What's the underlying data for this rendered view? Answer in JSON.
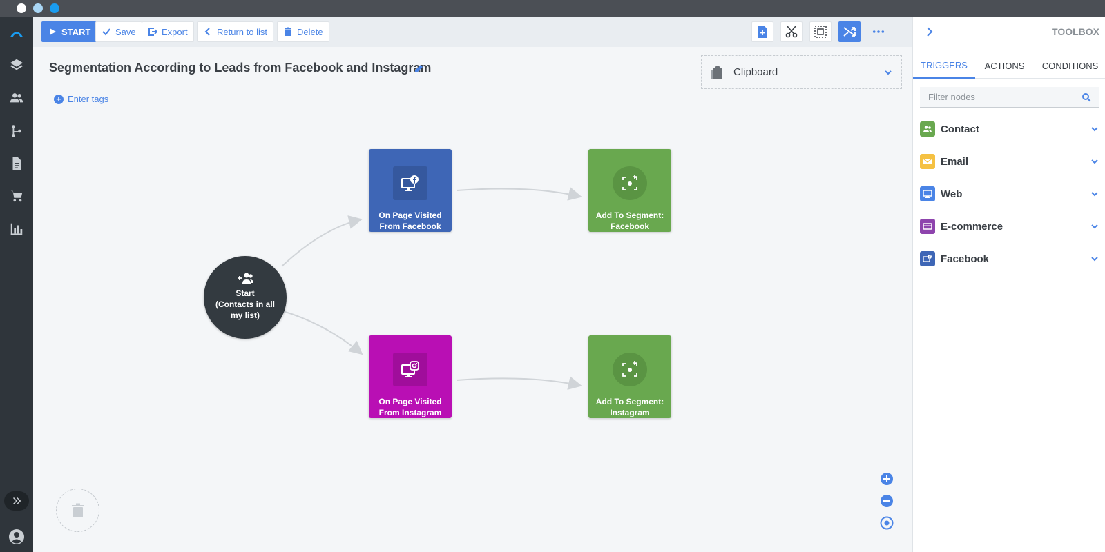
{
  "toolbar": {
    "start_label": "START",
    "save_label": "Save",
    "export_label": "Export",
    "return_label": "Return to list",
    "delete_label": "Delete"
  },
  "canvas": {
    "title": "Segmentation According to Leads from Facebook and Instagram",
    "tags_label": "Enter tags",
    "clipboard_label": "Clipboard"
  },
  "nodes": {
    "start": "Start\n(Contacts in all my list)",
    "fb_trigger": "On Page Visited From Facebook",
    "fb_segment": "Add To Segment: Facebook",
    "ig_trigger": "On Page Visited From Instagram",
    "ig_segment": "Add To Segment: Instagram"
  },
  "toolbox": {
    "title": "TOOLBOX",
    "tabs": [
      {
        "label": "TRIGGERS",
        "active": true
      },
      {
        "label": "ACTIONS",
        "active": false
      },
      {
        "label": "CONDITIONS",
        "active": false
      }
    ],
    "filter_placeholder": "Filter nodes",
    "categories": [
      {
        "label": "Contact",
        "icon": "contact-icon",
        "color": "#69a84f"
      },
      {
        "label": "Email",
        "icon": "email-icon",
        "color": "#f5c142"
      },
      {
        "label": "Web",
        "icon": "web-icon",
        "color": "#4a84e6"
      },
      {
        "label": "E-commerce",
        "icon": "ecommerce-icon",
        "color": "#8e44ad"
      },
      {
        "label": "Facebook",
        "icon": "facebook-icon",
        "color": "#3e66b6"
      }
    ]
  },
  "colors": {
    "accent": "#4a84e6",
    "facebook_node": "#3e66b6",
    "instagram_node": "#b90fb4",
    "segment_node": "#69a84f",
    "start_node": "#333a40",
    "nav_bg": "#2f353b"
  }
}
